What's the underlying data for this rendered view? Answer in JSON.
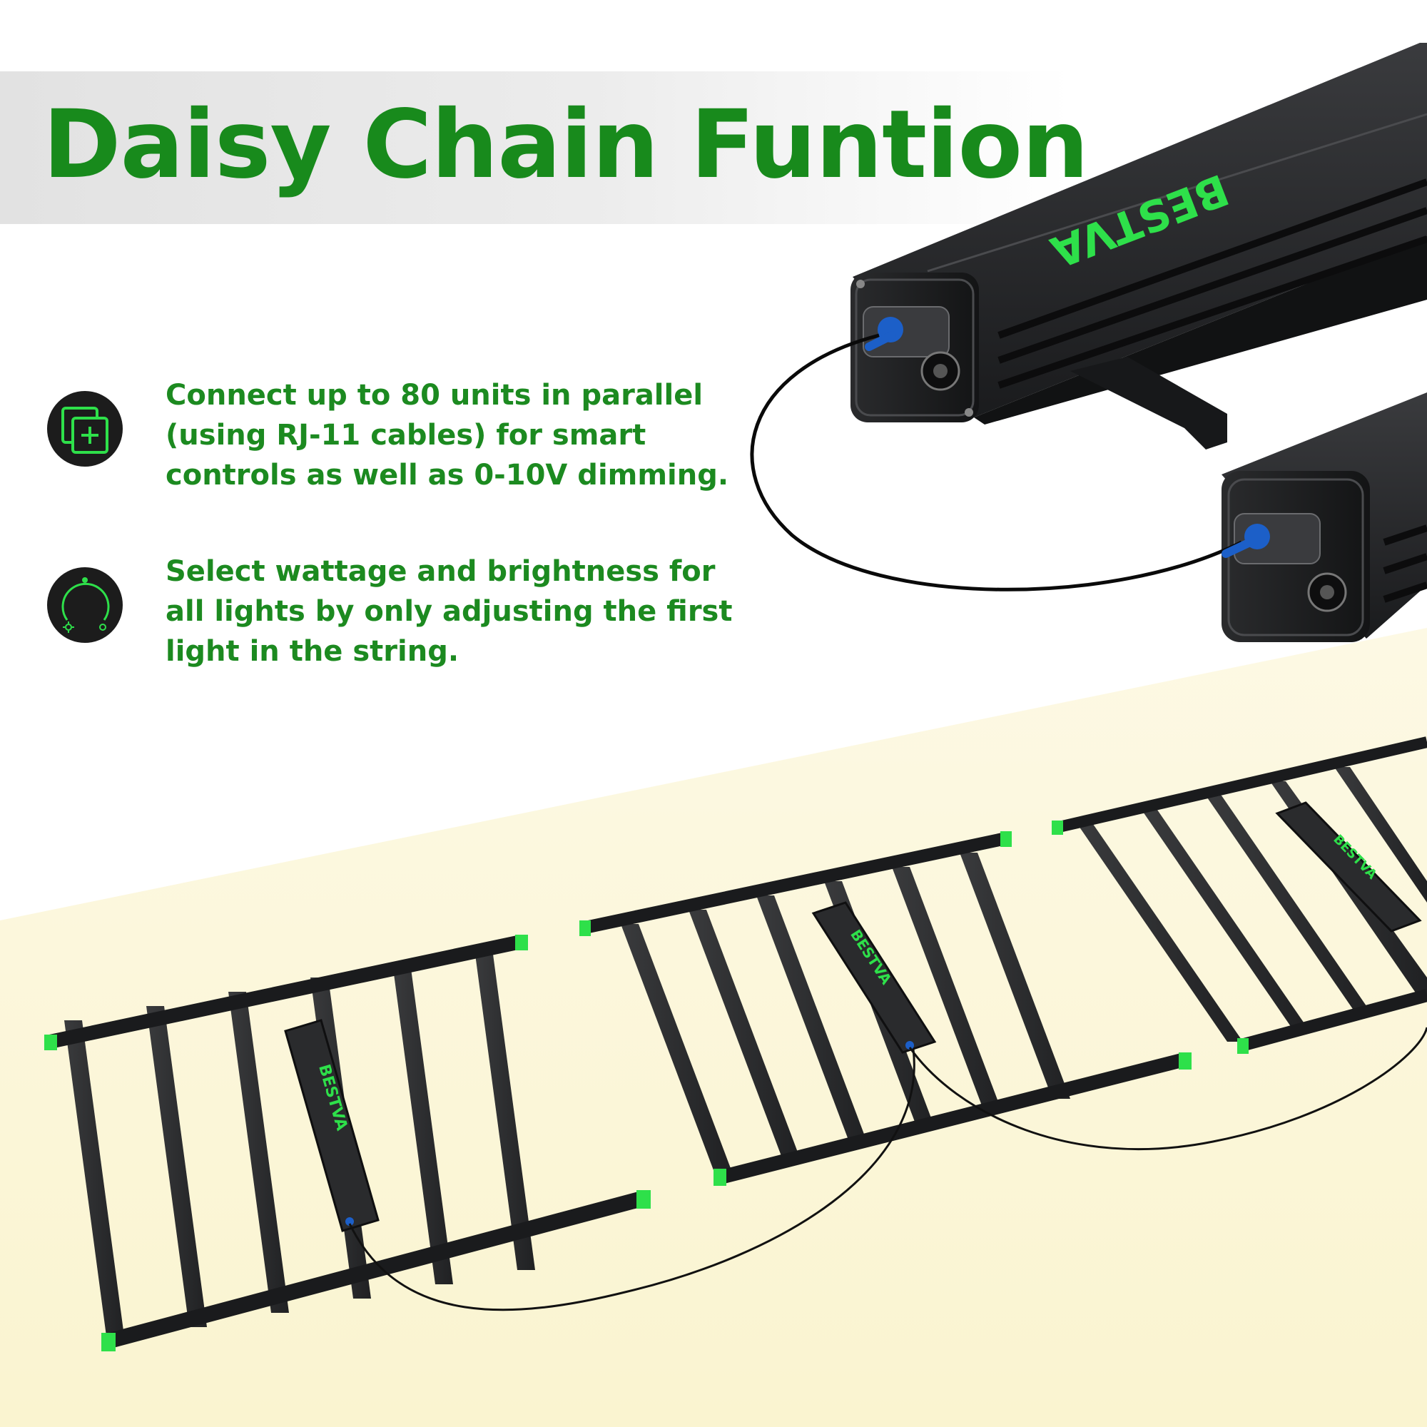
{
  "title": "Daisy Chain Funtion",
  "features": [
    {
      "icon": "parallel-connect-icon",
      "text": "Connect up to 80 units in parallel (using RJ-11 cables) for smart controls as well as 0-10V dimming."
    },
    {
      "icon": "dimmer-knob-icon",
      "text": "Select wattage and brightness for all lights by only adjusting the first light in the string."
    }
  ],
  "brand": "BESTVA",
  "colors": {
    "accent_green": "#1c8a20",
    "led_green": "#2ee04a",
    "fixture_black": "#1e1f21",
    "floor_cream": "#fbf6d6",
    "connector_blue": "#1c5fc8"
  }
}
